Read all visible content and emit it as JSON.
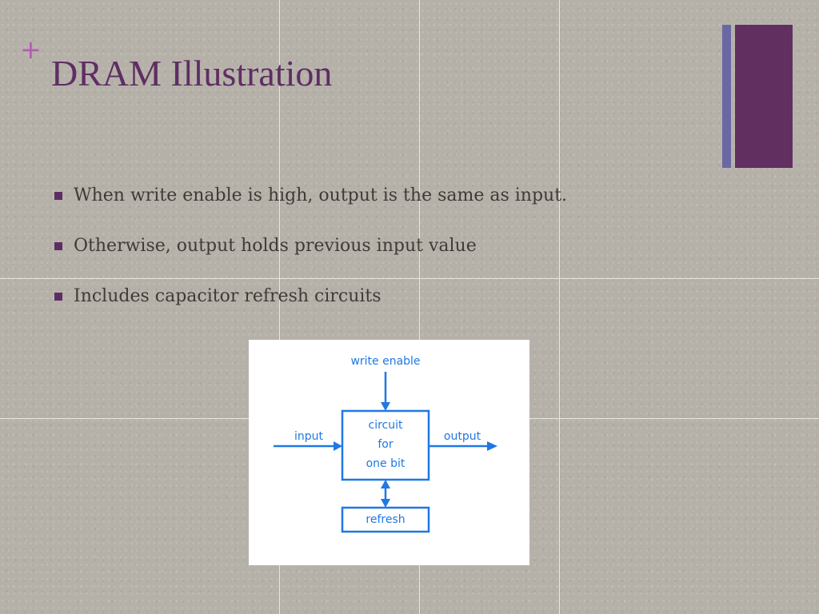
{
  "slide": {
    "plus_mark": "+",
    "title": "DRAM Illustration",
    "bullets": [
      "When write enable is high, output is the same as input.",
      "Otherwise, output holds previous input value",
      "Includes capacitor refresh circuits"
    ],
    "colors": {
      "title": "#5e2e62",
      "plus": "#b45bb6",
      "accent_thin": "#6a68a4",
      "accent_thick": "#622f61",
      "diagram": "#1f78e4"
    }
  },
  "diagram": {
    "write_enable_label": "write enable",
    "input_label": "input",
    "output_label": "output",
    "circuit_label_lines": [
      "circuit",
      "for",
      "one bit"
    ],
    "refresh_label": "refresh"
  }
}
